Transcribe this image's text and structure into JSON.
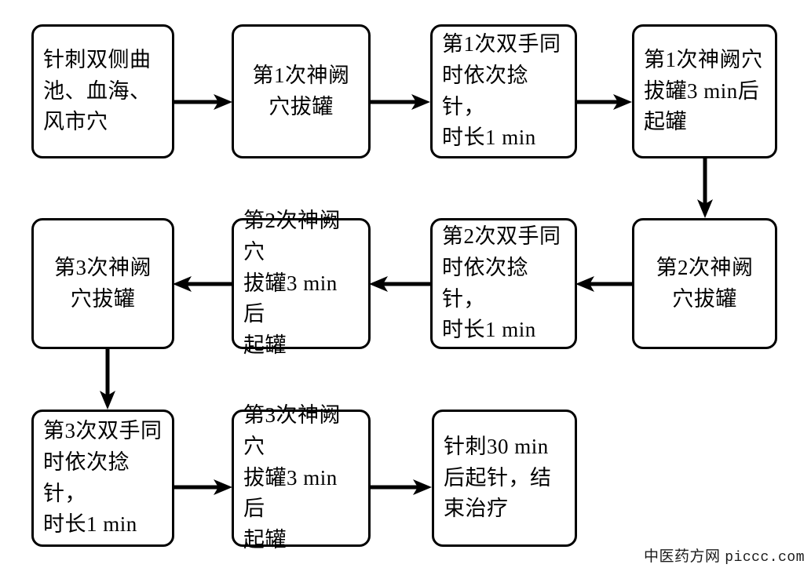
{
  "diagram": {
    "title": "",
    "type": "flowchart",
    "colors": {
      "border": "#000000",
      "background": "#ffffff",
      "text": "#000000",
      "arrow": "#000000"
    },
    "nodes": [
      {
        "id": "n1",
        "label": "针刺双侧曲\n池、血海、\n风市穴",
        "align": "left"
      },
      {
        "id": "n2",
        "label": "第1次神阙\n穴拔罐",
        "align": "center"
      },
      {
        "id": "n3",
        "label": "第1次双手同\n时依次捻针，\n时长1 min",
        "align": "left"
      },
      {
        "id": "n4",
        "label": "第1次神阙穴\n拔罐3 min后\n起罐",
        "align": "left"
      },
      {
        "id": "n5",
        "label": "第2次神阙\n穴拔罐",
        "align": "center"
      },
      {
        "id": "n6",
        "label": "第2次双手同\n时依次捻针，\n时长1 min",
        "align": "left"
      },
      {
        "id": "n7",
        "label": "第2次神阙穴\n拔罐3 min后\n起罐",
        "align": "left"
      },
      {
        "id": "n8",
        "label": "第3次神阙\n穴拔罐",
        "align": "center"
      },
      {
        "id": "n9",
        "label": "第3次双手同\n时依次捻针，\n时长1 min",
        "align": "left"
      },
      {
        "id": "n10",
        "label": "第3次神阙穴\n拔罐3 min后\n起罐",
        "align": "left"
      },
      {
        "id": "n11",
        "label": "针刺30 min\n后起针，结\n束治疗",
        "align": "left"
      }
    ],
    "edges": [
      {
        "from": "n1",
        "to": "n2",
        "direction": "right"
      },
      {
        "from": "n2",
        "to": "n3",
        "direction": "right"
      },
      {
        "from": "n3",
        "to": "n4",
        "direction": "right"
      },
      {
        "from": "n4",
        "to": "n5",
        "direction": "down"
      },
      {
        "from": "n5",
        "to": "n6",
        "direction": "left"
      },
      {
        "from": "n6",
        "to": "n7",
        "direction": "left"
      },
      {
        "from": "n7",
        "to": "n8",
        "direction": "left"
      },
      {
        "from": "n8",
        "to": "n9",
        "direction": "down"
      },
      {
        "from": "n9",
        "to": "n10",
        "direction": "right"
      },
      {
        "from": "n10",
        "to": "n11",
        "direction": "right"
      }
    ]
  },
  "watermark": {
    "site_name": "中医药方网",
    "domain": "piccc.com"
  }
}
